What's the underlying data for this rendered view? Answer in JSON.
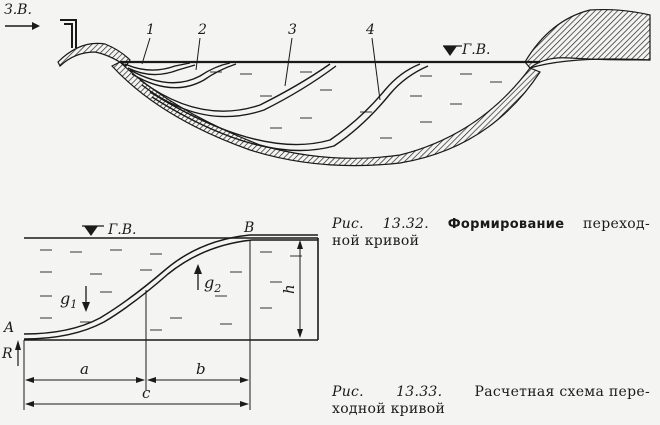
{
  "fig1": {
    "inflow_label": "З.В.",
    "water_level_label": "Г.В.",
    "curve_labels": [
      "1",
      "2",
      "3",
      "4"
    ]
  },
  "fig2": {
    "water_level_label": "Г.В.",
    "point_A": "A",
    "point_B": "B",
    "point_R": "R",
    "g1": "g",
    "g1_sub": "1",
    "g2": "g",
    "g2_sub": "2",
    "h": "h",
    "a": "a",
    "b": "b",
    "c": "c"
  },
  "caption1": {
    "prefix": "Рис.",
    "number": "13.32.",
    "title_bold": "Формирование",
    "title_rest": "переход-",
    "line2": "ной кривой"
  },
  "caption2": {
    "prefix": "Рис.",
    "number": "13.33.",
    "title": "Расчетная схема пере-",
    "line2": "ходной кривой"
  }
}
